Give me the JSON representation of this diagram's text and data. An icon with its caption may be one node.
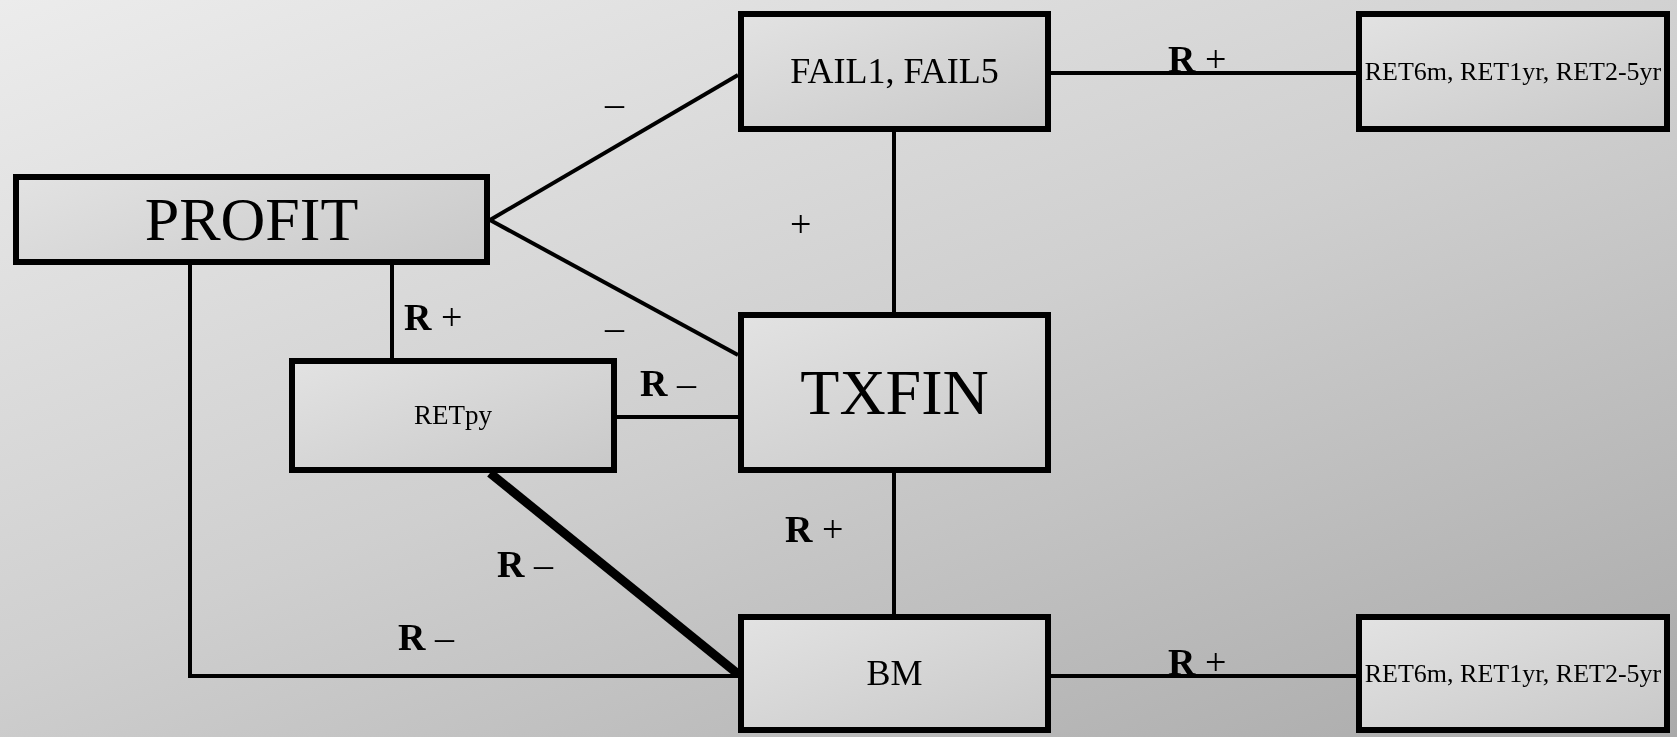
{
  "diagram": {
    "nodes": [
      {
        "text": [
          "PROFIT"
        ]
      },
      {
        "text": [
          "FAIL1, FAIL5"
        ]
      },
      {
        "text": [
          "RET6m, RET1yr, RET2-5yr"
        ]
      },
      {
        "text": [
          "RETpy"
        ]
      },
      {
        "text": [
          "TXFIN"
        ]
      },
      {
        "text": [
          "BM"
        ]
      },
      {
        "text": [
          "RET6m, RET1yr, RET2-5yr"
        ]
      }
    ],
    "edges": [
      {
        "from": 0,
        "to": 1,
        "arrow": "none",
        "label": "–"
      },
      {
        "from": 1,
        "to": 2,
        "arrow": "none",
        "label": "**R** +"
      },
      {
        "from": 1,
        "to": 4,
        "arrow": "none",
        "label": "+"
      },
      {
        "from": 0,
        "to": 4,
        "arrow": "none",
        "label": "–"
      },
      {
        "from": 0,
        "to": 3,
        "arrow": "none",
        "label": "**R** +"
      },
      {
        "from": 3,
        "to": 4,
        "arrow": "none",
        "label": "**R** –"
      },
      {
        "from": 4,
        "to": 5,
        "arrow": "none",
        "label": "**R** +"
      },
      {
        "from": 3,
        "to": 5,
        "arrow": "none",
        "label": "**R** –",
        "style": "thick"
      },
      {
        "from": 0,
        "to": 5,
        "arrow": "none",
        "label": "**R** –"
      },
      {
        "from": 5,
        "to": 6,
        "arrow": "none",
        "label": "**R** +"
      }
    ]
  }
}
